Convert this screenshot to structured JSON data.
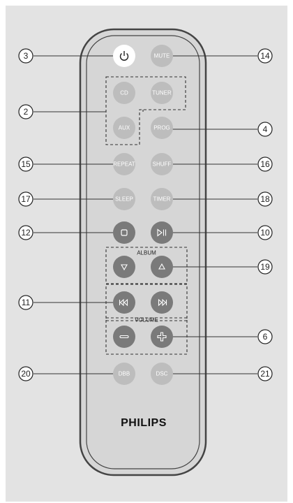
{
  "colors": {
    "background": "#e3e3e3",
    "remote_body": "#d6d6d6",
    "remote_outline": "#444444",
    "button_light": "#bdbdbd",
    "button_dark": "#7a7a7a",
    "power_button": "#ffffff",
    "callout_line": "#333333"
  },
  "remote": {
    "brand": "PHILIPS",
    "buttons": {
      "power": "",
      "mute": "MUTE",
      "cd": "CD",
      "tuner": "TUNER",
      "aux": "AUX",
      "prog": "PROG",
      "repeat": "REPEAT",
      "shuffle": "SHUFF",
      "sleep": "SLEEP",
      "timer": "TIMER",
      "stop": "",
      "play_pause": "",
      "album_down": "",
      "album_up": "",
      "prev": "",
      "next": "",
      "vol_down": "",
      "vol_up": "",
      "dbb": "DBB",
      "dsc": "DSC"
    },
    "group_labels": {
      "album": "ALBUM",
      "volume": "VOLUME"
    }
  },
  "callouts": {
    "power": "3",
    "mute": "14",
    "source": "2",
    "prog": "4",
    "repeat": "15",
    "shuffle": "16",
    "sleep": "17",
    "timer": "18",
    "stop": "12",
    "play_pause": "10",
    "album": "19",
    "skip": "11",
    "volume": "6",
    "dbb": "20",
    "dsc": "21"
  }
}
